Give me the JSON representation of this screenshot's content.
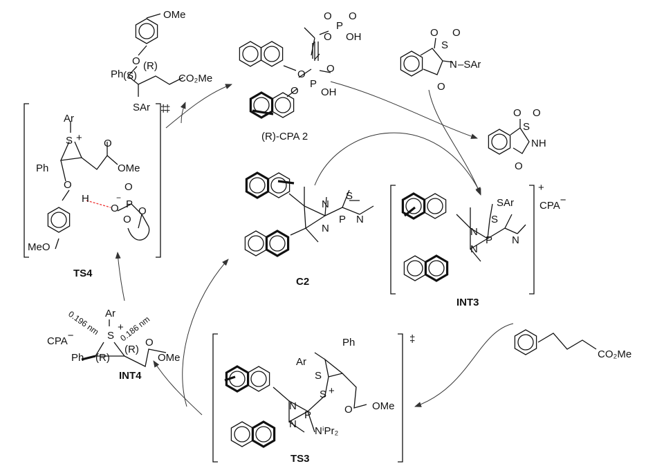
{
  "product": {
    "ome": "OMe",
    "o": "O",
    "ph": "Ph",
    "s_cfg": "(S)",
    "r_cfg": "(R)",
    "co2me": "CO₂Me",
    "sar": "SAr"
  },
  "cpa": {
    "o1": "O",
    "o2": "O",
    "p": "P",
    "o3": "O",
    "oh": "OH",
    "o4": "O",
    "o5": "O",
    "p2": "P",
    "o6": "O",
    "oh2": "OH",
    "label_r": "(R)-",
    "label": "CPA 2"
  },
  "sulfenyl_saccharin": {
    "o1": "O",
    "o2": "O",
    "s": "S",
    "n": "N",
    "sar": "–SAr",
    "o3": "O"
  },
  "saccharin": {
    "o1": "O",
    "o2": "O",
    "s": "S",
    "nh": "NH",
    "o3": "O"
  },
  "c2": {
    "n1": "N",
    "n2": "N",
    "p": "P",
    "s": "S",
    "n3": "N",
    "label": "C2"
  },
  "int3": {
    "sar": "SAr",
    "s": "S",
    "n1": "N",
    "n2": "N",
    "p": "P",
    "n3": "N",
    "charge": "+",
    "cpa": "CPA",
    "cpa_charge": "−",
    "label": "INT3"
  },
  "cinnamate": {
    "co2me": "CO₂Me"
  },
  "ts3": {
    "ph": "Ph",
    "ar": "Ar",
    "s1": "S",
    "s2": "S",
    "plus": "+",
    "n1": "N",
    "n2": "N",
    "p": "P",
    "nipr2": "NⁱPr₂",
    "o": "O",
    "ome": "OMe",
    "label": "TS3",
    "dagger": "‡"
  },
  "int4": {
    "ar": "Ar",
    "s": "S",
    "plus": "+",
    "d1": "0.196 nm",
    "d2": "0.186 nm",
    "cpa": "CPA",
    "cpa_charge": "−",
    "o": "O",
    "r1": "(R)",
    "ph": "Ph",
    "r2": "(R)",
    "ome": "OMe",
    "label": "INT4"
  },
  "ts4": {
    "ar": "Ar",
    "s": "S",
    "plus": "+",
    "o1": "O",
    "ph": "Ph",
    "ome": "OMe",
    "o2": "O",
    "h": "H",
    "o3": "O",
    "p": "P",
    "o4": "O",
    "o5": "O",
    "o6": "O",
    "minus": "−",
    "meo": "MeO",
    "label": "TS4",
    "dagger": "‡"
  },
  "dagger_top": "‡"
}
